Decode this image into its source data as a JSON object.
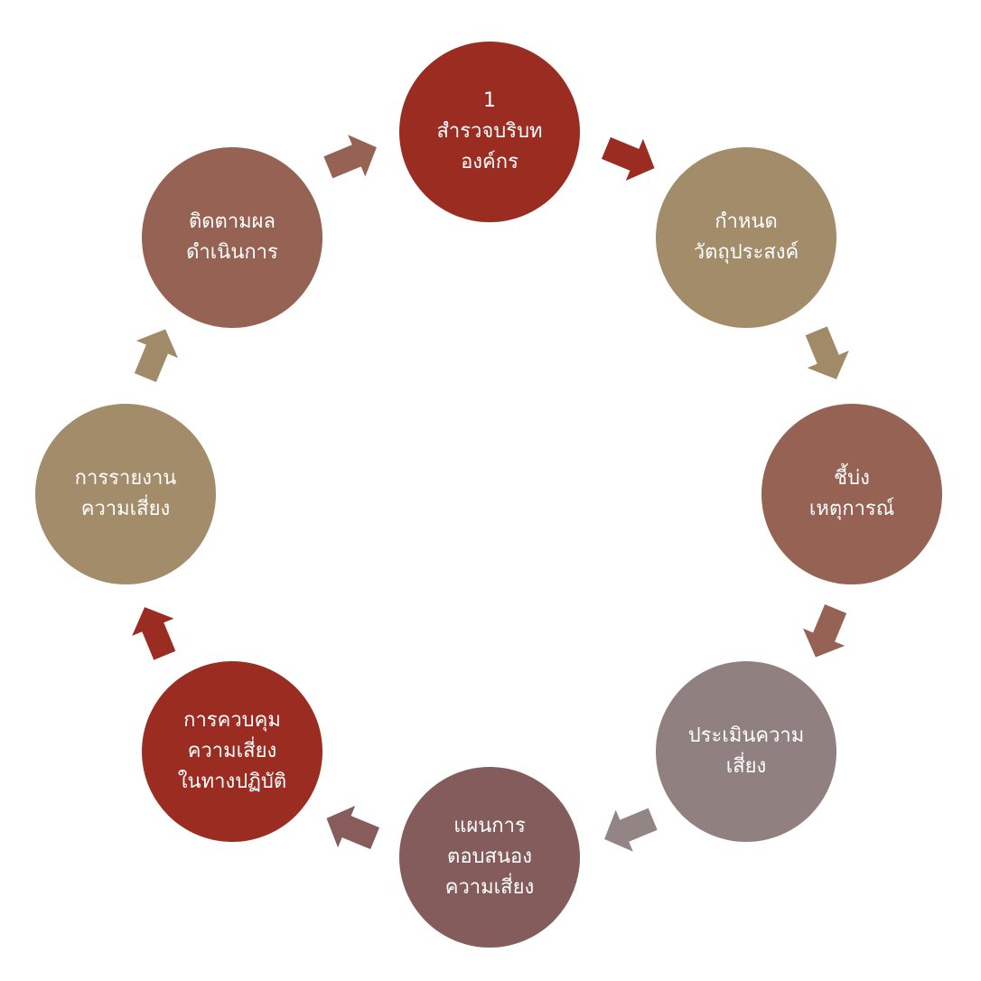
{
  "colors": {
    "red": "#9b2c22",
    "tan": "#a28c6a",
    "brown": "#956253",
    "gray": "#908180",
    "mauve": "#845c5b",
    "arrow_tan": "#a08a68",
    "arrow_mauve": "#895c5c",
    "arrow_gray": "#938584"
  },
  "nodes": [
    {
      "id": "survey-context",
      "lines": [
        "1",
        "สำรวจบริบท",
        "องค์กร"
      ],
      "color": "#9b2c22"
    },
    {
      "id": "set-objectives",
      "lines": [
        "กำหนด",
        "วัตถุประสงค์"
      ],
      "color": "#a28c6a"
    },
    {
      "id": "identify-events",
      "lines": [
        "ชี้บ่ง",
        "เหตุการณ์"
      ],
      "color": "#956253"
    },
    {
      "id": "assess-risk",
      "lines": [
        "ประเมินความ",
        "เสี่ยง"
      ],
      "color": "#908180"
    },
    {
      "id": "response-plan",
      "lines": [
        "แผนการ",
        "ตอบสนอง",
        "ความเสี่ยง"
      ],
      "color": "#845c5b"
    },
    {
      "id": "control-risk",
      "lines": [
        "การควบคุม",
        "ความเสี่ยง",
        "ในทางปฏิบัติ"
      ],
      "color": "#9b2c22"
    },
    {
      "id": "risk-report",
      "lines": [
        "การรายงาน",
        "ความเสี่ยง"
      ],
      "color": "#a28c6a"
    },
    {
      "id": "monitor-results",
      "lines": [
        "ติดตามผล",
        "ดำเนินการ"
      ],
      "color": "#956253"
    }
  ],
  "arrows": [
    {
      "id": "arrow-1-to-2",
      "color": "#9b2c22"
    },
    {
      "id": "arrow-2-to-3",
      "color": "#a08a68"
    },
    {
      "id": "arrow-3-to-4",
      "color": "#956253"
    },
    {
      "id": "arrow-4-to-5",
      "color": "#938584"
    },
    {
      "id": "arrow-5-to-6",
      "color": "#895c5c"
    },
    {
      "id": "arrow-6-to-7",
      "color": "#9b2c22"
    },
    {
      "id": "arrow-7-to-8",
      "color": "#a08a68"
    },
    {
      "id": "arrow-8-to-1",
      "color": "#956253"
    }
  ]
}
